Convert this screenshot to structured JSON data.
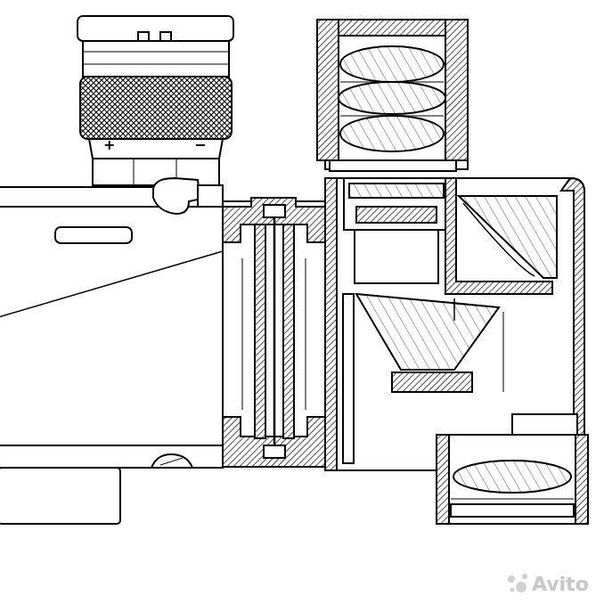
{
  "diagram": {
    "labels": [
      "+",
      "−",
      "Avito"
    ]
  }
}
